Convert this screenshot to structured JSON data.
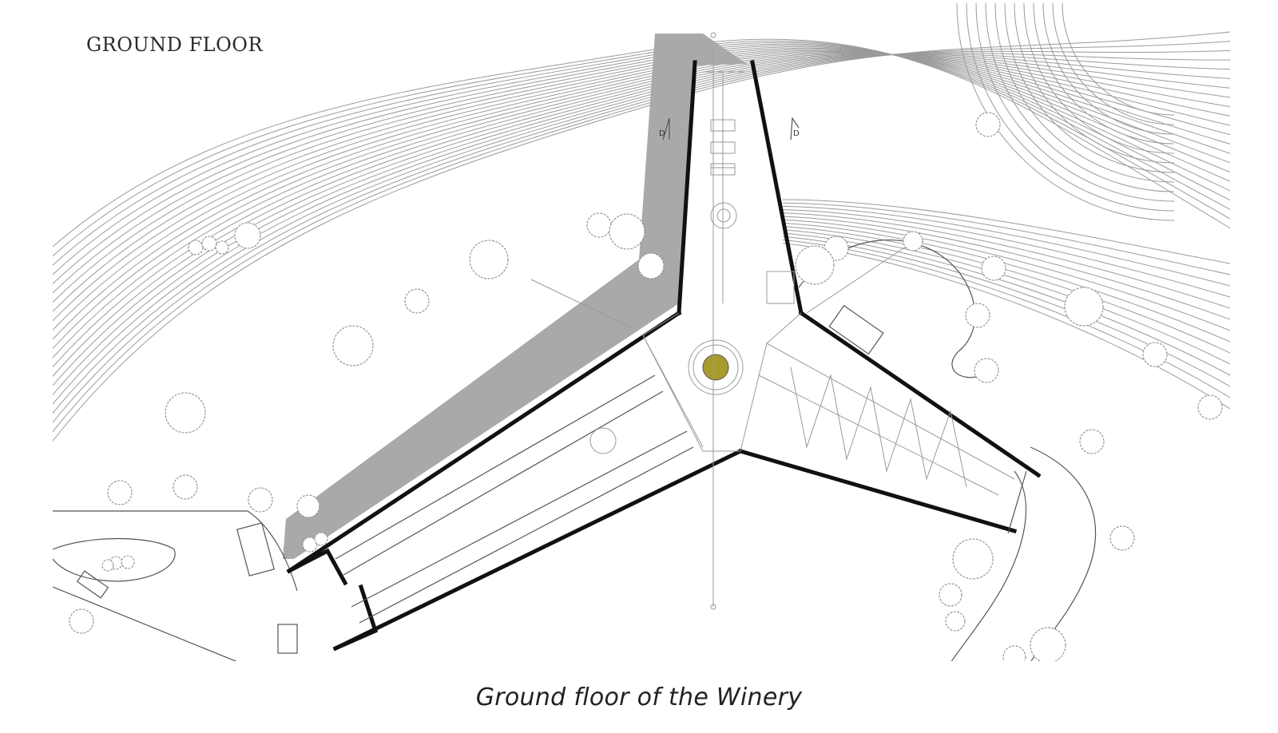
{
  "plan": {
    "title": "GROUND FLOOR",
    "section_marker": "D",
    "shadow_color": "#a9a9a9",
    "courtyard_tree_color": "#a89b2e"
  },
  "caption": "Ground floor of the Winery"
}
